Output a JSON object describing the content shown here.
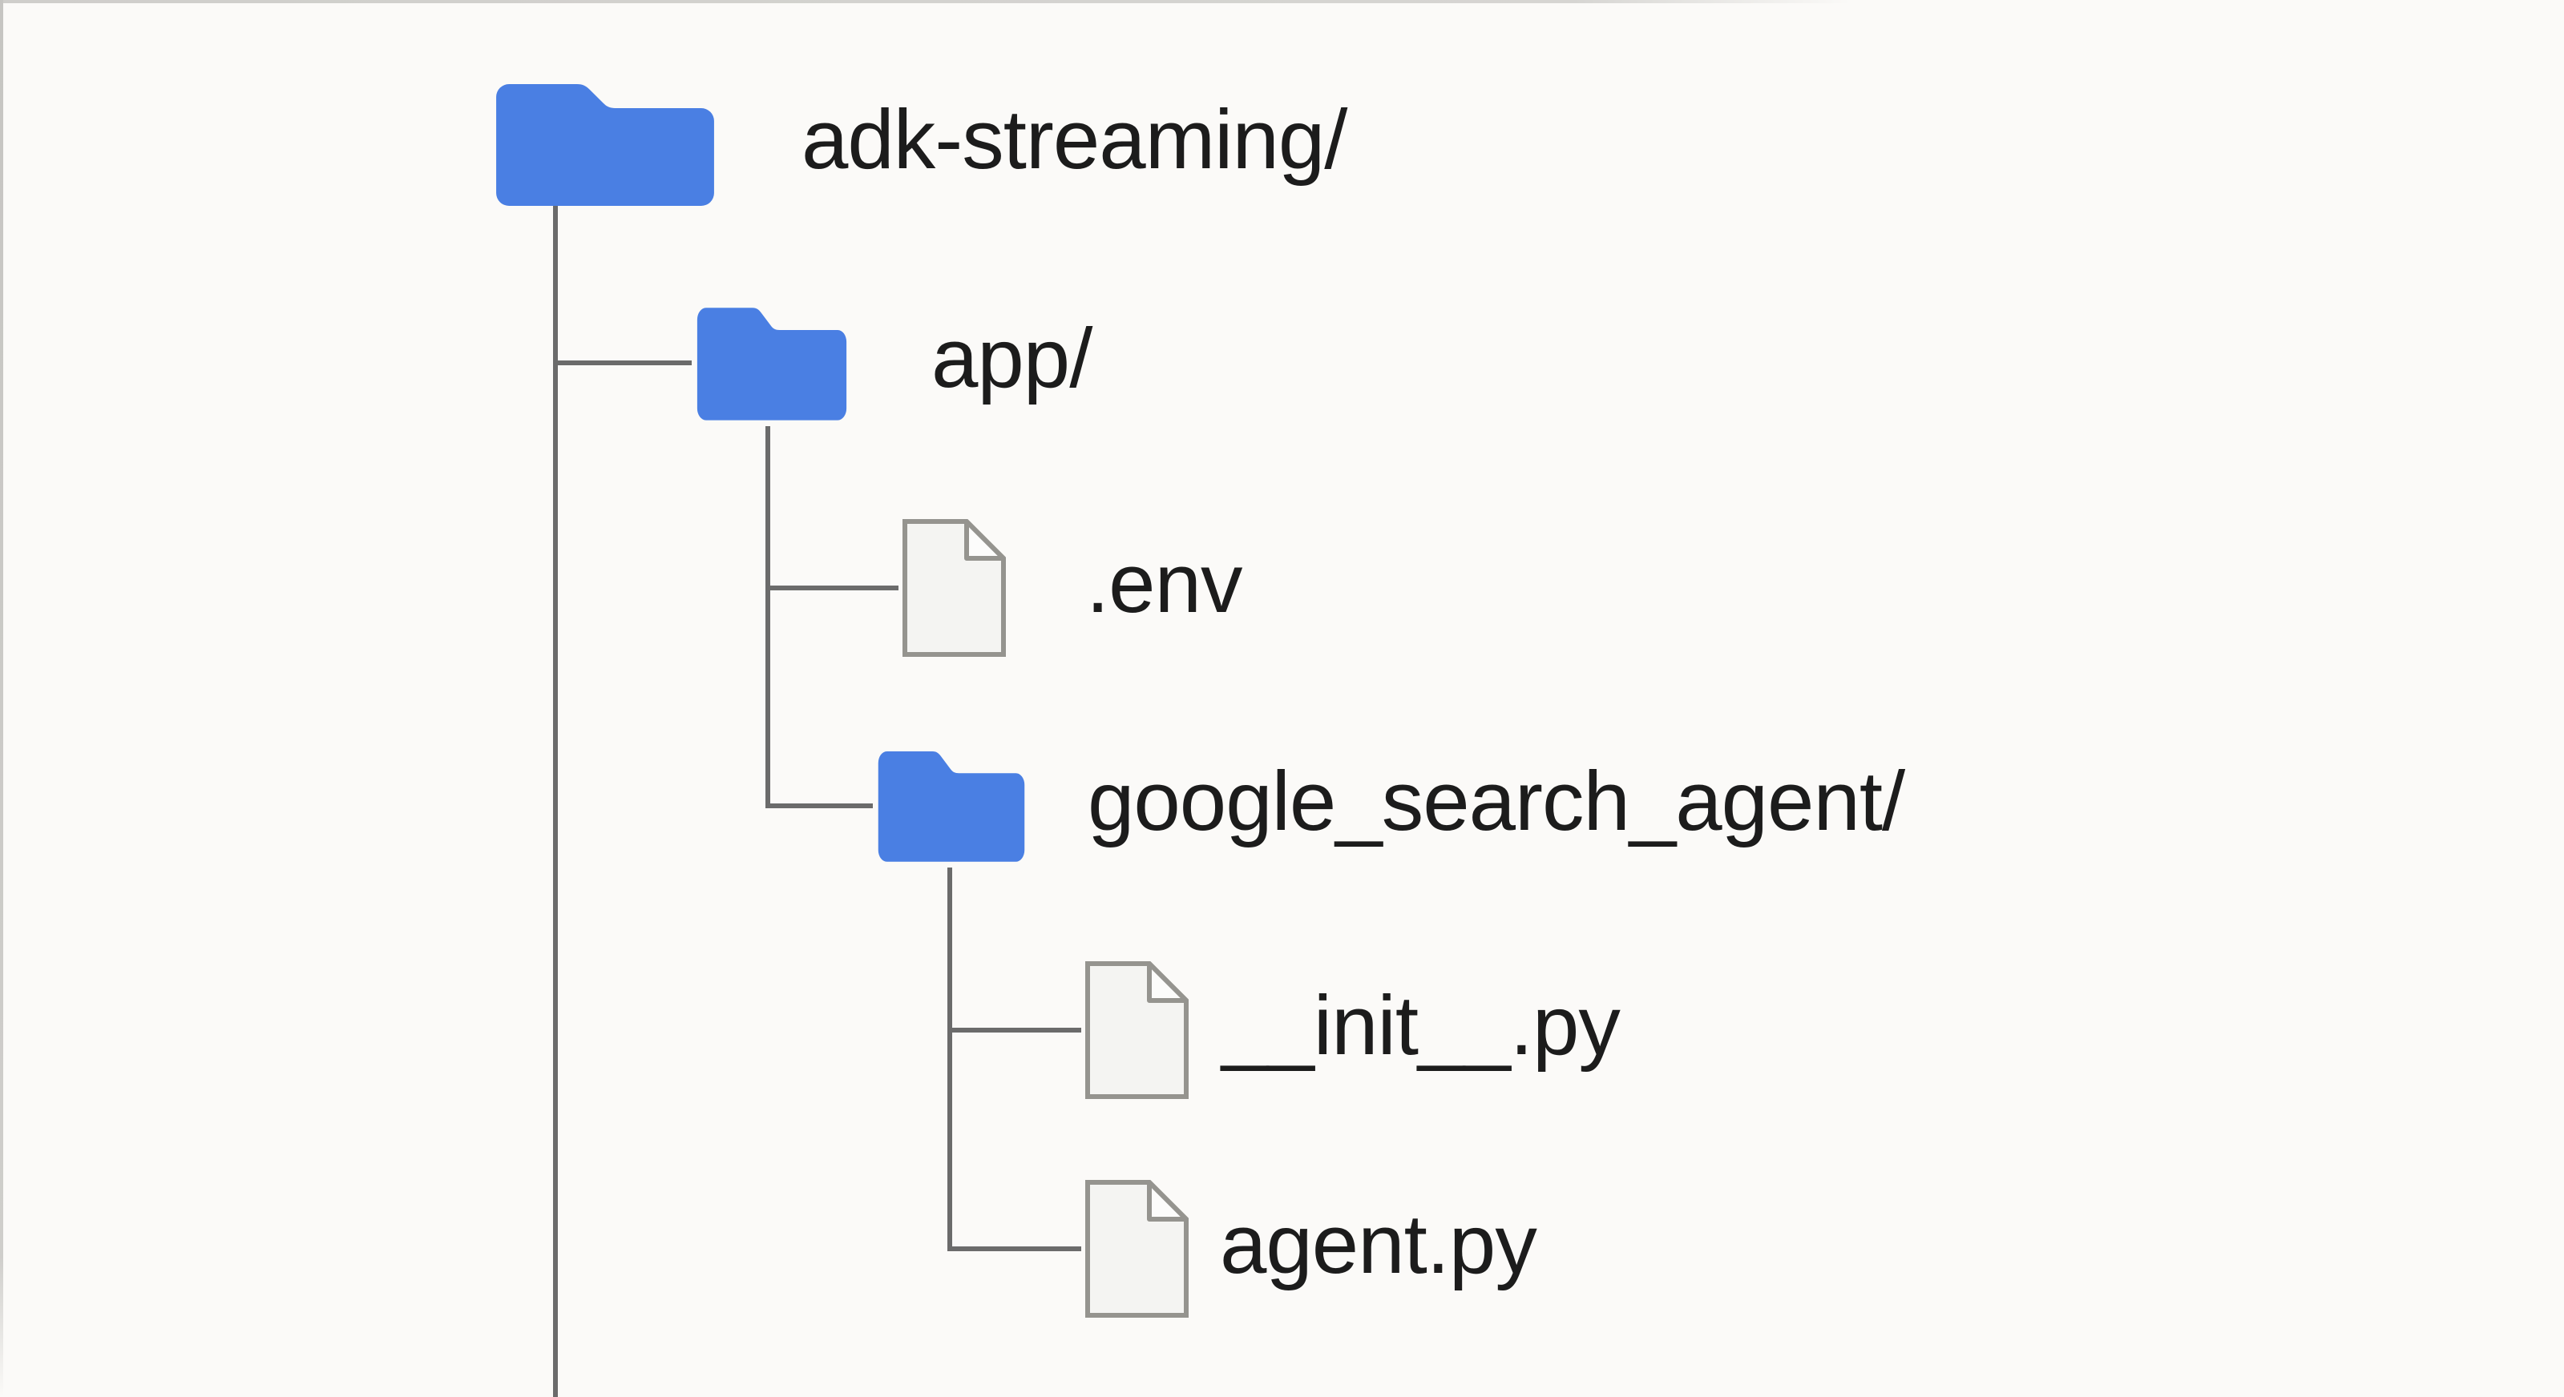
{
  "tree": {
    "nodes": [
      {
        "id": "adk-streaming",
        "label": "adk-streaming/",
        "type": "folder",
        "depth": 0
      },
      {
        "id": "app",
        "label": "app/",
        "type": "folder",
        "depth": 1
      },
      {
        "id": "env",
        "label": ".env",
        "type": "file",
        "depth": 2
      },
      {
        "id": "google-search-agent",
        "label": "google_search_agent/",
        "type": "folder",
        "depth": 2
      },
      {
        "id": "init-py",
        "label": "__init__.py",
        "type": "file",
        "depth": 3
      },
      {
        "id": "agent-py",
        "label": "agent.py",
        "type": "file",
        "depth": 3
      }
    ]
  },
  "icons": {
    "folder": "folder-icon",
    "file": "file-icon"
  },
  "colors": {
    "background": "#FBFAF8",
    "folder_blue": "#4A7FE3",
    "connector_gray": "#6B6B6B",
    "file_fill": "#F4F4F2",
    "file_fold": "#FCFCFB",
    "file_border": "#95948F",
    "text": "#1C1C1C"
  }
}
